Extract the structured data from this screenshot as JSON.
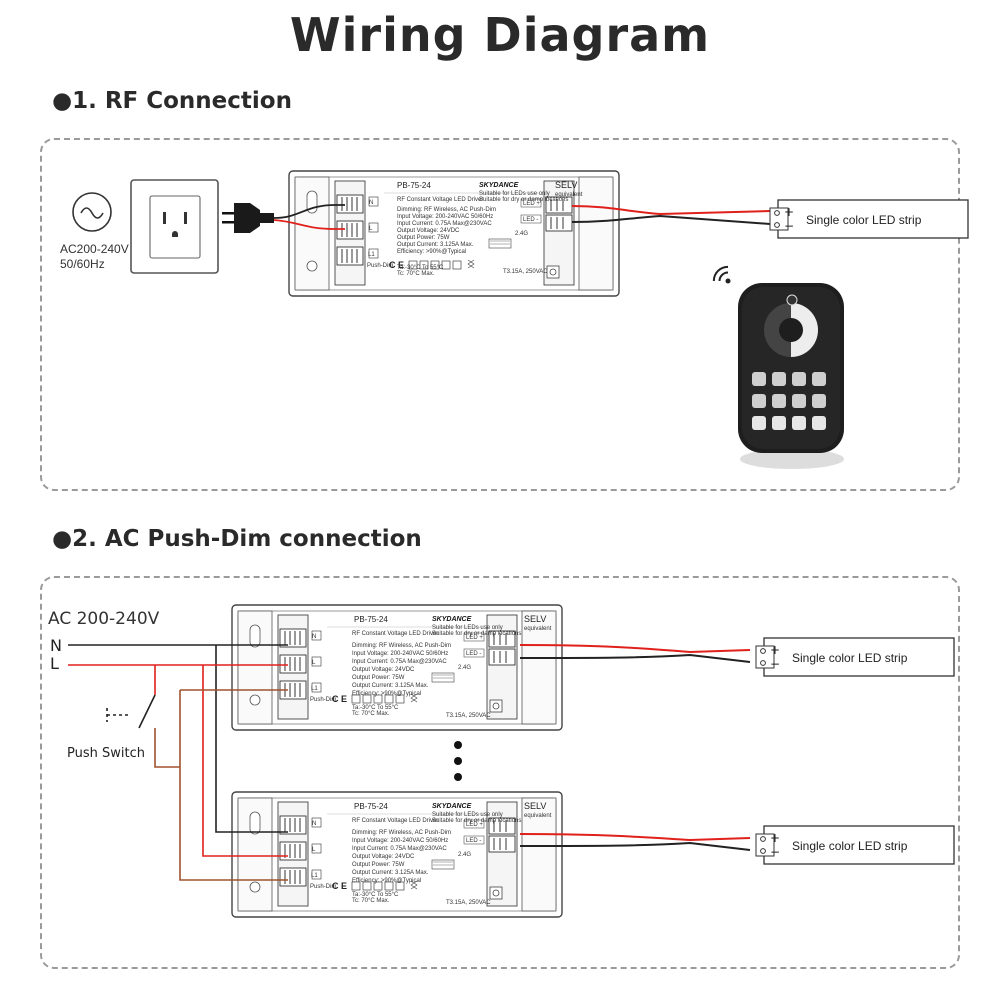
{
  "title": "Wiring Diagram",
  "section1": {
    "heading": "●1. RF Connection",
    "supply": {
      "line1": "AC200-240V",
      "line2": "50/60Hz"
    },
    "strip_label": "Single color LED strip"
  },
  "section2": {
    "heading": "●2. AC Push-Dim connection",
    "supply_label": "AC 200-240V",
    "n_label": "N",
    "l_label": "L",
    "switch_label": "Push Switch",
    "strip_label": "Single color LED strip"
  },
  "driver": {
    "model": "PB-75-24",
    "brand": "SKYDANCE",
    "subtitle": "RF Constant Voltage LED Driver",
    "suitable1": "Suitable for LEDs use only",
    "suitable2": "Suitable for dry or damp locations",
    "selv": "SELV",
    "selv_sub": "equivalent",
    "specs": [
      "Dimming: RF Wireless, AC Push-Dim",
      "Input Voltage: 200-240VAC 50/60Hz",
      "Input Current: 0.75A Max@230VAC",
      "Output Voltage: 24VDC",
      "Output Power: 75W",
      "Output Current: 3.125A Max.",
      "Efficiency: >90%@Typical"
    ],
    "temp1": "Ta:-30°C To 55°C",
    "temp2": "Tc: 70°C Max.",
    "terminal_n": "N",
    "terminal_l": "L",
    "terminal_l1": "L1",
    "input_label": "Push-Dim",
    "led_plus": "LED +",
    "led_minus": "LED -",
    "freq": "2.4G",
    "fuse": "T3.15A, 250VAC"
  },
  "colors": {
    "wire_red": "#e0201b",
    "wire_black": "#222222",
    "wire_brown": "#a0522d",
    "panel_border": "#9a9a9a",
    "remote_body": "#1e1e1e"
  }
}
